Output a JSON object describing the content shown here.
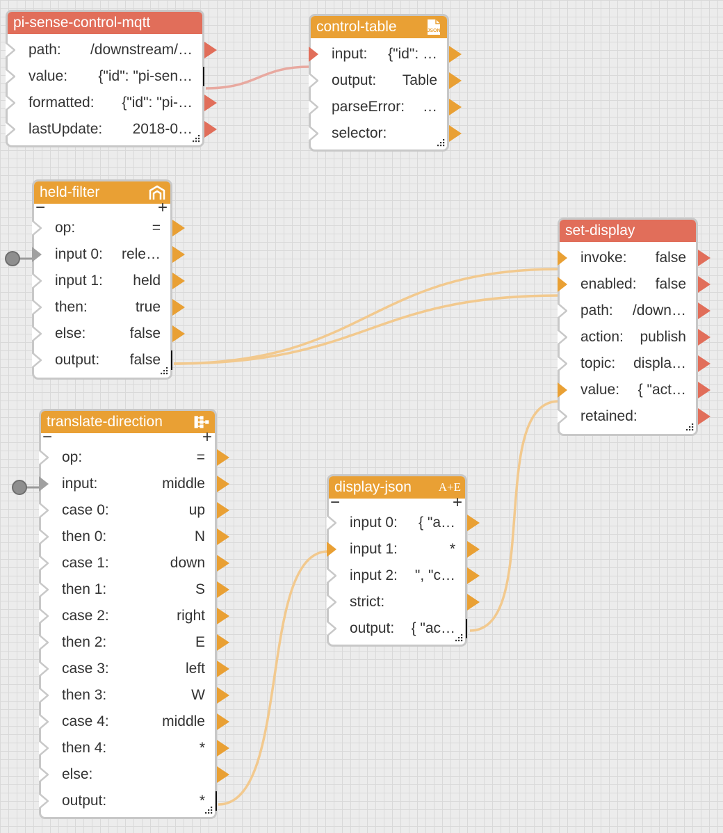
{
  "colors": {
    "orange": "#e9a034",
    "red": "#e16e5a",
    "wire_orange": "#f2c98e",
    "wire_red": "#e8a9a0",
    "node_border": "#c8c8c8",
    "port_gray": "#a0a0a0"
  },
  "nodes": {
    "pi_sense": {
      "title": "pi-sense-control-mqtt",
      "rows": [
        {
          "label": "path:",
          "value": "/downstream/…"
        },
        {
          "label": "value:",
          "value": "{\"id\": \"pi-sen…"
        },
        {
          "label": "formatted:",
          "value": "{\"id\": \"pi-…"
        },
        {
          "label": "lastUpdate:",
          "value": "2018-0…"
        }
      ]
    },
    "control_table": {
      "title": "control-table",
      "icon": "json-file-icon",
      "icon_text": "JSON",
      "rows": [
        {
          "label": "input:",
          "value": "{\"id\": …"
        },
        {
          "label": "output:",
          "value": "Table"
        },
        {
          "label": "parseError:",
          "value": "…"
        },
        {
          "label": "selector:",
          "value": ""
        }
      ]
    },
    "held_filter": {
      "title": "held-filter",
      "icon": "filter-icon",
      "rows": [
        {
          "label": "op:",
          "value": "="
        },
        {
          "label": "input 0:",
          "value": "rele…"
        },
        {
          "label": "input 1:",
          "value": "held"
        },
        {
          "label": "then:",
          "value": "true"
        },
        {
          "label": "else:",
          "value": "false"
        },
        {
          "label": "output:",
          "value": "false"
        }
      ]
    },
    "set_display": {
      "title": "set-display",
      "rows": [
        {
          "label": "invoke:",
          "value": "false"
        },
        {
          "label": "enabled:",
          "value": "false"
        },
        {
          "label": "path:",
          "value": "/down…"
        },
        {
          "label": "action:",
          "value": "publish"
        },
        {
          "label": "topic:",
          "value": "displa…"
        },
        {
          "label": "value:",
          "value": "{ \"act…"
        },
        {
          "label": "retained:",
          "value": ""
        }
      ]
    },
    "translate_direction": {
      "title": "translate-direction",
      "icon": "switch-icon",
      "rows": [
        {
          "label": "op:",
          "value": "="
        },
        {
          "label": "input:",
          "value": "middle"
        },
        {
          "label": "case 0:",
          "value": "up"
        },
        {
          "label": "then 0:",
          "value": "N"
        },
        {
          "label": "case 1:",
          "value": "down"
        },
        {
          "label": "then 1:",
          "value": "S"
        },
        {
          "label": "case 2:",
          "value": "right"
        },
        {
          "label": "then 2:",
          "value": "E"
        },
        {
          "label": "case 3:",
          "value": "left"
        },
        {
          "label": "then 3:",
          "value": "W"
        },
        {
          "label": "case 4:",
          "value": "middle"
        },
        {
          "label": "then 4:",
          "value": "*"
        },
        {
          "label": "else:",
          "value": ""
        },
        {
          "label": "output:",
          "value": "*"
        }
      ]
    },
    "display_json": {
      "title": "display-json",
      "icon": "concat-icon",
      "icon_text": "A+E",
      "rows": [
        {
          "label": "input 0:",
          "value": "{ \"a…"
        },
        {
          "label": "input 1:",
          "value": "*"
        },
        {
          "label": "input 2:",
          "value": "\", \"c…"
        },
        {
          "label": "strict:",
          "value": ""
        },
        {
          "label": "output:",
          "value": "{ \"ac…"
        }
      ]
    }
  },
  "controls": {
    "minus": "−",
    "plus": "+"
  }
}
